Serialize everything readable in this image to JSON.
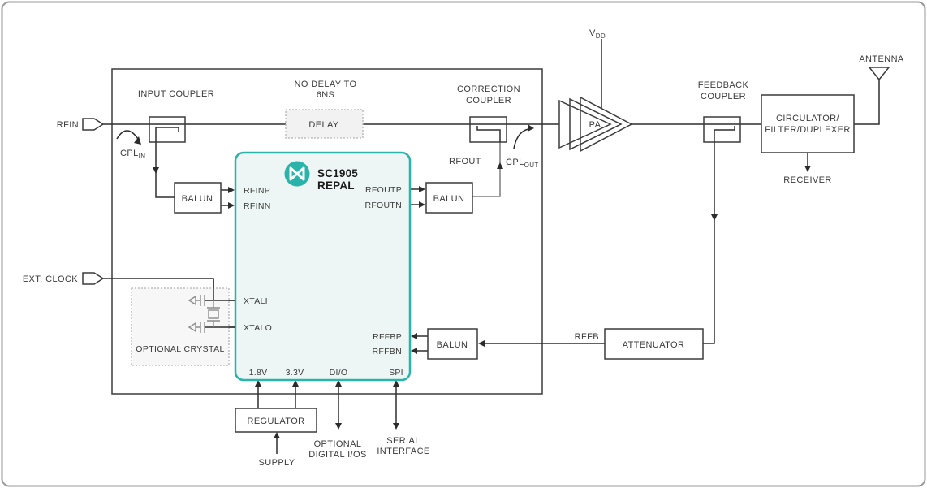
{
  "colors": {
    "chip_border": "#2ab3a9",
    "chip_fill": "#edf6f4",
    "logo_teal": "#2ab3a9",
    "line": "#2e2e2e",
    "gray_line": "#7f7f7f",
    "dashed_border": "#b3b3b3",
    "delay_fill": "#f2f2f2",
    "crystal_box_fill": "#f7f7f7",
    "text": "#3a3a3a"
  },
  "chip": {
    "logo_icon": "maxim-logo",
    "name": "SC1905",
    "family": "REPAL",
    "pins": {
      "rfinp": "RFINP",
      "rfinn": "RFINN",
      "rfoutp": "RFOUTP",
      "rfoutn": "RFOUTN",
      "xtali": "XTALI",
      "xtalo": "XTALO",
      "rffbp": "RFFBP",
      "rffbn": "RFFBN",
      "v18": "1.8V",
      "v33": "3.3V",
      "dio": "DI/O",
      "spi": "SPI"
    }
  },
  "blocks": {
    "input_coupler": "INPUT COUPLER",
    "delay": "DELAY",
    "delay_note1": "NO DELAY TO",
    "delay_note2": "6NS",
    "correction_coupler1": "CORRECTION",
    "correction_coupler2": "COUPLER",
    "pa": "PA",
    "feedback_coupler1": "FEEDBACK",
    "feedback_coupler2": "COUPLER",
    "circulator1": "CIRCULATOR/",
    "circulator2": "FILTER/DUPLEXER",
    "balun": "BALUN",
    "attenuator": "ATTENUATOR",
    "regulator": "REGULATOR",
    "optional_crystal": "OPTIONAL CRYSTAL"
  },
  "signals": {
    "rfin": "RFIN",
    "cpl": "CPL",
    "cpl_in_sub": "IN",
    "cpl_out_sub": "OUT",
    "rfout": "RFOUT",
    "vdd_v": "V",
    "vdd_sub": "DD",
    "antenna": "ANTENNA",
    "receiver": "RECEIVER",
    "ext_clock": "EXT. CLOCK",
    "rffb": "RFFB",
    "supply": "SUPPLY",
    "opt_dig1": "OPTIONAL",
    "opt_dig2": "DIGITAL I/OS",
    "serial1": "SERIAL",
    "serial2": "INTERFACE"
  }
}
